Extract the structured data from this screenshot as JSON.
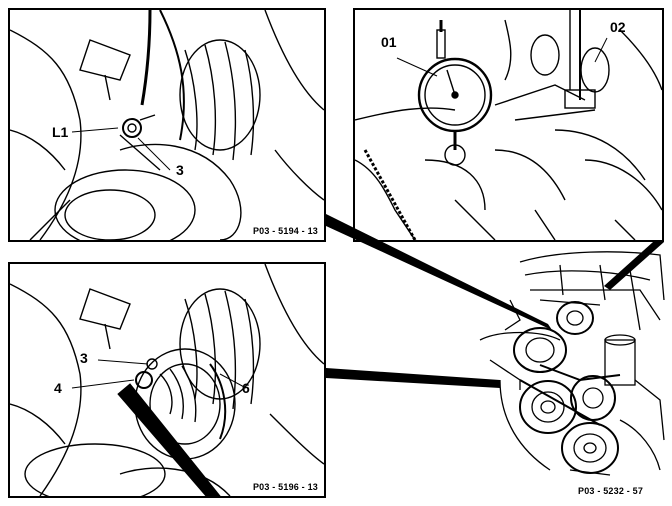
{
  "panels": {
    "top_left": {
      "code": "P03 - 5194 - 13",
      "callouts": {
        "l1": "L1",
        "three": "3"
      }
    },
    "top_right": {
      "code": "",
      "callouts": {
        "o1": "01",
        "o2": "02"
      }
    },
    "bottom_left": {
      "code": "P03 - 5196 - 13",
      "callouts": {
        "three": "3",
        "four": "4",
        "six": "6"
      }
    },
    "engine": {
      "code": "P03 - 5232 - 57"
    }
  }
}
